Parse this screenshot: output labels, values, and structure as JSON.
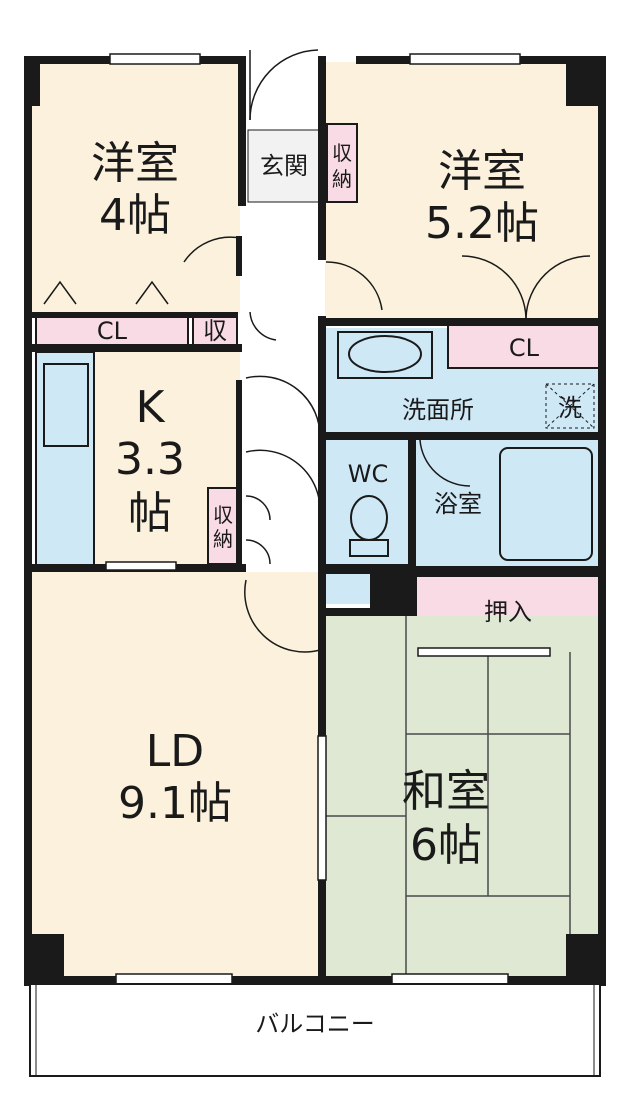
{
  "rooms": {
    "bedroom_west": {
      "name": "洋室",
      "size": "4帖"
    },
    "bedroom_east": {
      "name": "洋室",
      "size": "5.2帖"
    },
    "kitchen": {
      "name": "K",
      "size_number": "3.3",
      "size_unit": "帖"
    },
    "living_dining": {
      "name": "LD",
      "size": "9.1帖"
    },
    "japanese_room": {
      "name": "和室",
      "size": "6帖"
    },
    "washroom": {
      "name": "洗面所"
    },
    "bath": {
      "name": "浴室"
    },
    "toilet": {
      "name": "WC"
    },
    "entrance": {
      "name": "玄関"
    },
    "balcony": {
      "name": "バルコニー"
    }
  },
  "storage": {
    "closet_west": "CL",
    "closet_east": "CL",
    "small_storage": "収",
    "entrance_storage": [
      "収",
      "納"
    ],
    "kitchen_storage": [
      "収",
      "納"
    ],
    "oshiire": "押入",
    "washer": "洗"
  },
  "colors": {
    "wall": "#1a1a1a",
    "western_floor": "#fbf1dc",
    "wet_area": "#cfe8f6",
    "storage_pink": "#f9dbe6",
    "tatami": "#dfe8d2",
    "tatami_line": "#4a4a4a"
  }
}
